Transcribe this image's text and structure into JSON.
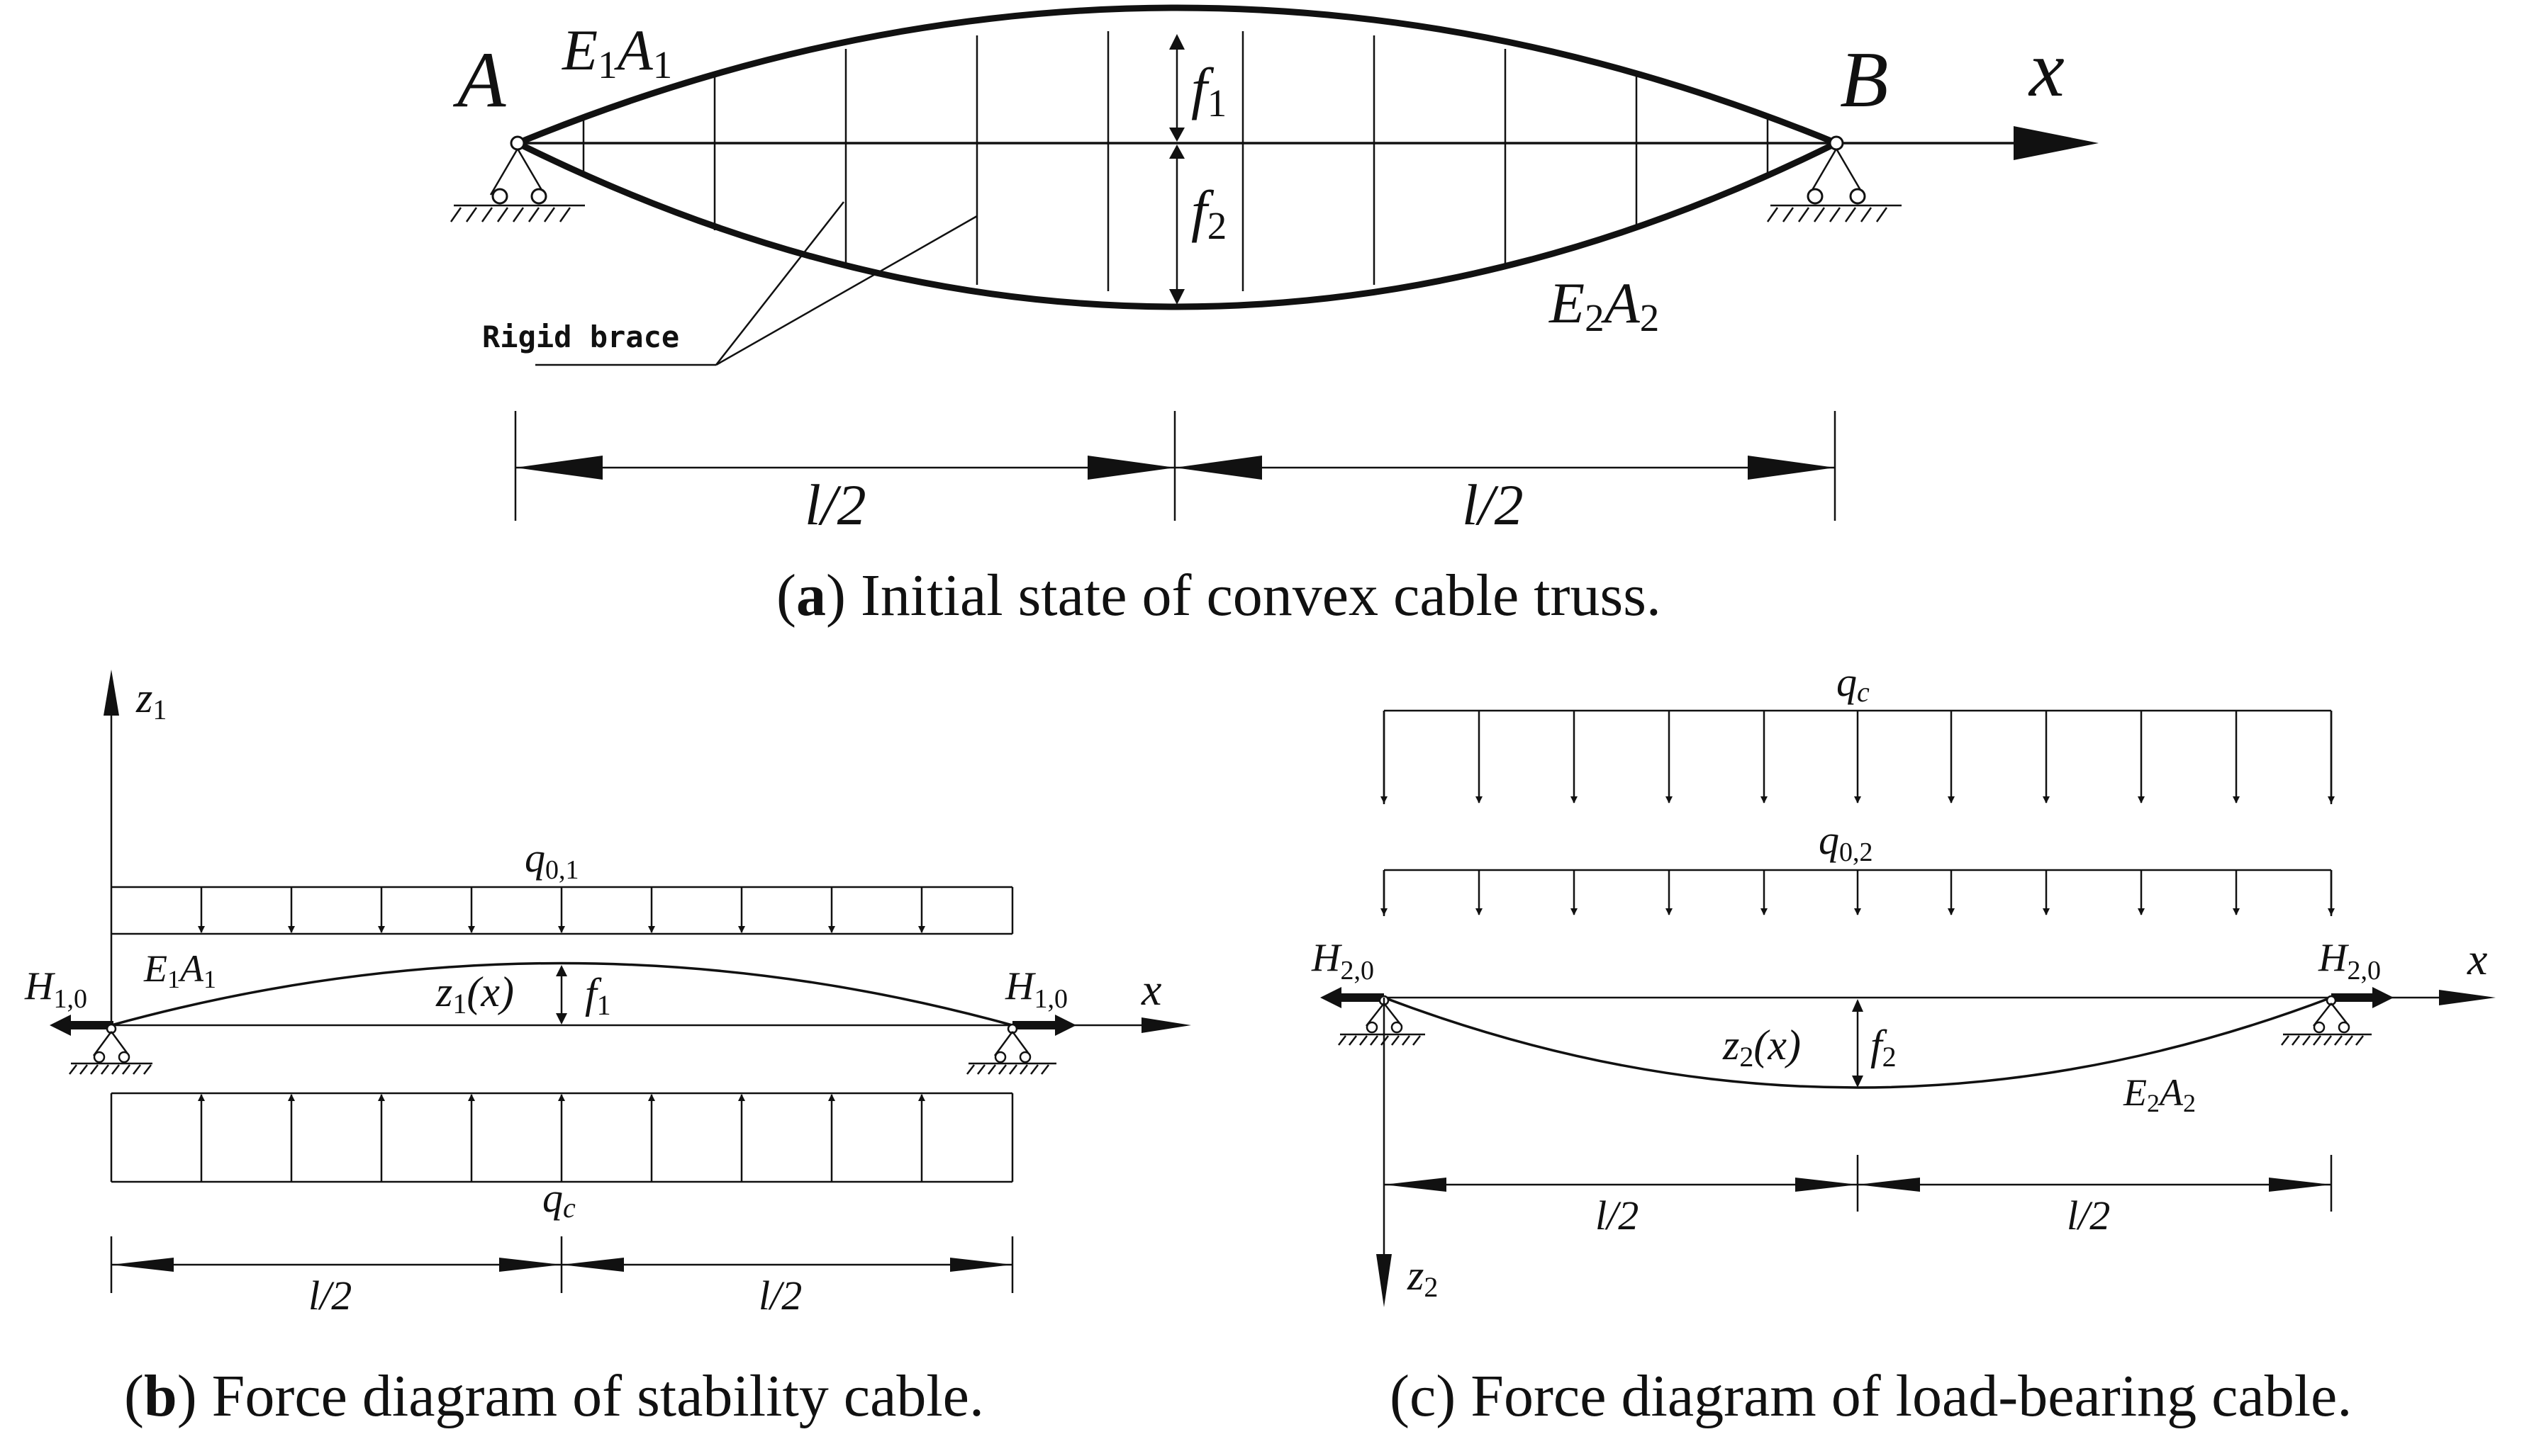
{
  "panel_a": {
    "label_A": "A",
    "label_B": "B",
    "label_x": "x",
    "f1": {
      "base": "f",
      "sub": "1"
    },
    "f2": {
      "base": "f",
      "sub": "2"
    },
    "e1a1": {
      "E": "E",
      "s1": "1",
      "A": "A",
      "s2": "1"
    },
    "e2a2": {
      "E": "E",
      "s1": "2",
      "A": "A",
      "s2": "2"
    },
    "rigid_brace": "Rigid brace",
    "half_left": "l/2",
    "half_right": "l/2",
    "caption": {
      "open": "(",
      "letter": "a",
      "rest": ") Initial state of convex cable truss."
    }
  },
  "panel_b": {
    "z1": {
      "base": "z",
      "sub": "1"
    },
    "q01": {
      "base": "q",
      "sub": "0,1"
    },
    "e1a1": {
      "E": "E",
      "s1": "1",
      "A": "A",
      "s2": "1"
    },
    "h10_left": {
      "base": "H",
      "sub": "1,0"
    },
    "h10_right": {
      "base": "H",
      "sub": "1,0"
    },
    "z1x": {
      "base": "z",
      "sub": "1",
      "arg": "(x)"
    },
    "f1": {
      "base": "f",
      "sub": "1"
    },
    "label_x": "x",
    "qc": {
      "base": "q",
      "sub": "c"
    },
    "half_left": "l/2",
    "half_right": "l/2",
    "caption": {
      "open": "(",
      "letter": "b",
      "rest": ") Force diagram of stability cable."
    }
  },
  "panel_c": {
    "qc": {
      "base": "q",
      "sub": "c"
    },
    "q02": {
      "base": "q",
      "sub": "0,2"
    },
    "h20_left": {
      "base": "H",
      "sub": "2,0"
    },
    "h20_right": {
      "base": "H",
      "sub": "2,0"
    },
    "label_x": "x",
    "z2x": {
      "base": "z",
      "sub": "2",
      "arg": "(x)"
    },
    "f2": {
      "base": "f",
      "sub": "2"
    },
    "e2a2": {
      "E": "E",
      "s1": "2",
      "A": "A",
      "s2": "2"
    },
    "half_left": "l/2",
    "half_right": "l/2",
    "z2": {
      "base": "z",
      "sub": "2"
    },
    "caption": {
      "letter": "c",
      "rest": "(c) Force diagram of load-bearing cable."
    }
  }
}
